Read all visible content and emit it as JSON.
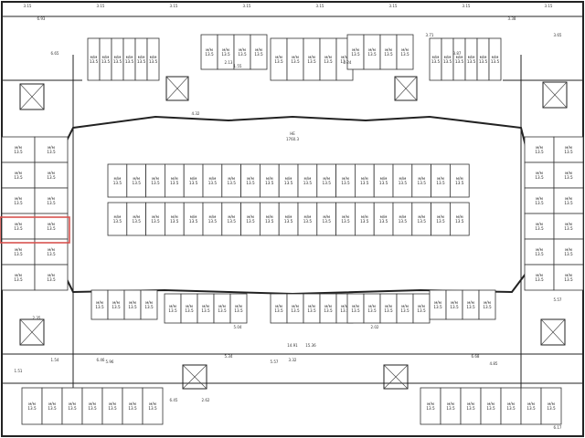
{
  "space_label": "м/м",
  "space_area": "13.5",
  "dims": [
    {
      "t": "3.15"
    },
    {
      "t": "3.15"
    },
    {
      "t": "3.15"
    },
    {
      "t": "3.15"
    },
    {
      "t": "3.15"
    },
    {
      "t": "3.15"
    },
    {
      "t": "3.15"
    },
    {
      "t": "3.15"
    },
    {
      "t": "5.57"
    },
    {
      "t": "5.57"
    },
    {
      "t": "5.96"
    },
    {
      "t": "6.65"
    },
    {
      "t": "6.93"
    },
    {
      "t": "4.32"
    },
    {
      "t": "6.45"
    },
    {
      "t": "2.62"
    },
    {
      "t": "3.32"
    },
    {
      "t": "4.85"
    },
    {
      "t": "3.65"
    },
    {
      "t": "2.35"
    },
    {
      "t": "1.51"
    },
    {
      "t": "5.04"
    },
    {
      "t": "2.02"
    },
    {
      "t": "3.38"
    },
    {
      "t": "2.13"
    },
    {
      "t": "1.55"
    },
    {
      "t": "2.24"
    },
    {
      "t": "3.71"
    },
    {
      "t": "3.87"
    },
    {
      "t": "1.54"
    },
    {
      "t": "6.46"
    },
    {
      "t": "5.34"
    },
    {
      "t": "6.68"
    },
    {
      "t": "14.91"
    },
    {
      "t": "15.36"
    },
    {
      "t": "6.17"
    }
  ],
  "center_label": "НЕ",
  "center_area": "1760.3",
  "highlight_note": ""
}
